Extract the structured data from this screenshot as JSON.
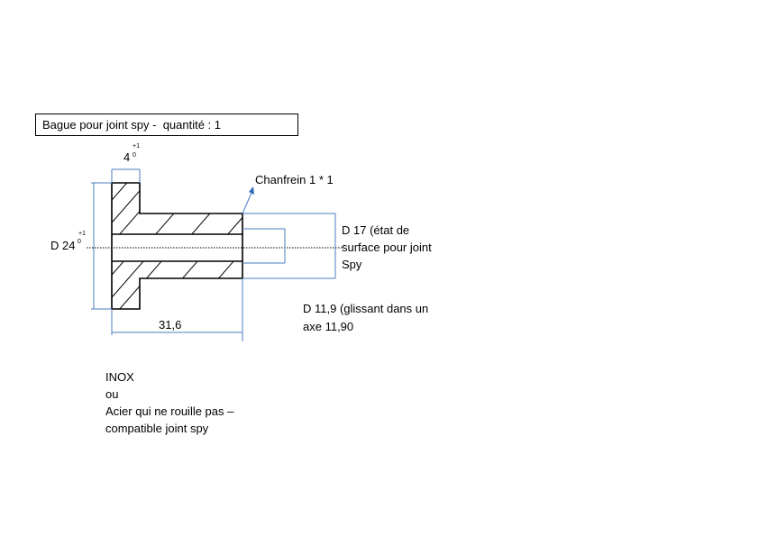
{
  "title": "Bague pour joint spy -  quantité : 1",
  "dims": {
    "flange_width": "4",
    "flange_width_sup": "+1",
    "flange_width_sub": "0",
    "outer_diameter": "D 24",
    "outer_diameter_sup": "+1",
    "outer_diameter_sub": "0",
    "length": "31,6"
  },
  "notes": {
    "chamfer": "Chanfrein 1 * 1",
    "d17_line1": "D 17 (état de",
    "d17_line2": "surface pour joint",
    "d17_line3": "Spy",
    "d119_line1": "D 11,9 (glissant dans un",
    "d119_line2": "axe 11,90"
  },
  "material": {
    "line1": "INOX",
    "line2": "ou",
    "line3": "Acier qui ne rouille pas –",
    "line4": "compatible joint spy"
  },
  "colors": {
    "outline": "#000000",
    "dimension_line": "#4a7ebf"
  }
}
